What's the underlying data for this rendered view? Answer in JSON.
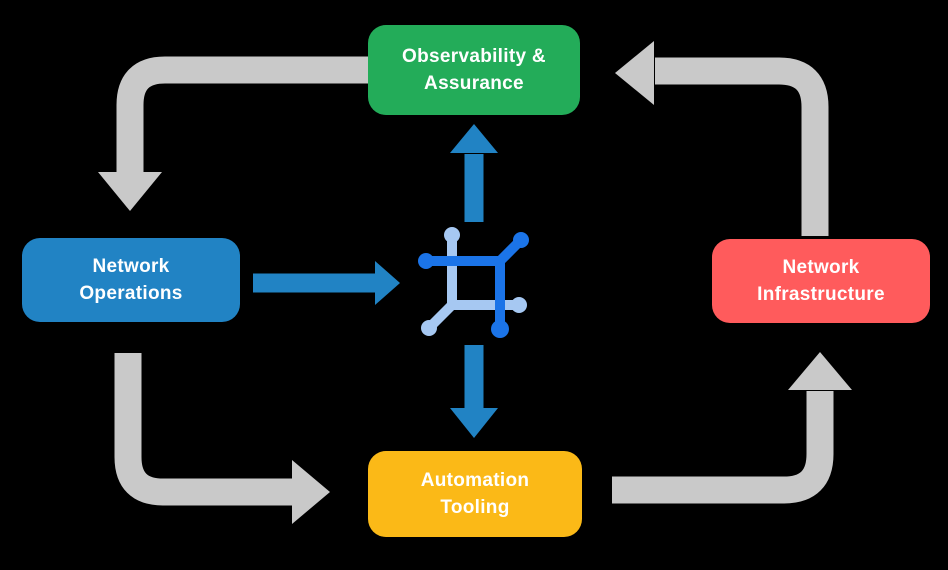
{
  "colors": {
    "background": "#000000",
    "text": "#FFFFFF",
    "green": "#23AC59",
    "blue": "#2183C4",
    "red": "#FF5B5C",
    "yellow": "#FBB917",
    "gray-arrow": "#C9C9C9",
    "icon-dark": "#1B74E8",
    "icon-light": "#A6C8F2"
  },
  "nodes": {
    "observability": {
      "label": "Observability &\nAssurance",
      "color": "#23AC59"
    },
    "operations": {
      "label": "Network\nOperations",
      "color": "#2183C4"
    },
    "infrastructure": {
      "label": "Network\nInfrastructure",
      "color": "#FF5B5C"
    },
    "tooling": {
      "label": "Automation\nTooling",
      "color": "#FBB917"
    }
  },
  "center_icon": {
    "name": "network-fabric-icon",
    "dark": "#1B74E8",
    "light": "#A6C8F2"
  },
  "arrows": [
    {
      "id": "observability-to-operations",
      "style": "gray-curved",
      "direction": "left-then-down"
    },
    {
      "id": "operations-to-tooling",
      "style": "gray-curved",
      "direction": "down-then-right"
    },
    {
      "id": "tooling-to-infrastructure",
      "style": "gray-curved",
      "direction": "right-then-up"
    },
    {
      "id": "infrastructure-to-observability",
      "style": "gray-curved",
      "direction": "up-then-left"
    },
    {
      "id": "operations-to-center",
      "style": "blue-straight",
      "direction": "right"
    },
    {
      "id": "center-to-observability",
      "style": "blue-straight",
      "direction": "up"
    },
    {
      "id": "center-to-tooling",
      "style": "blue-straight",
      "direction": "down"
    }
  ]
}
